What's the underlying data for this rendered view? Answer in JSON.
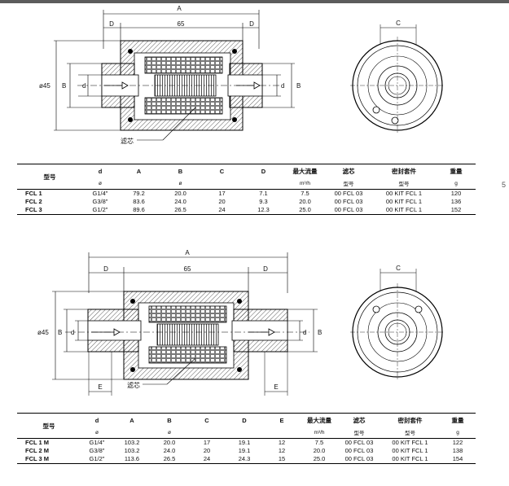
{
  "drawing_labels": {
    "A": "A",
    "D": "D",
    "dim_65": "65",
    "C": "C",
    "B": "B",
    "d": "d",
    "phi45": "ø45",
    "E": "E",
    "filter_element": "滤芯"
  },
  "table1": {
    "model_header": "型号",
    "headers": [
      "d",
      "A",
      "B",
      "C",
      "D",
      "最大流量",
      "滤芯",
      "密封套件",
      "重量"
    ],
    "units": [
      "ø",
      "",
      "ø",
      "",
      "",
      "m³/h",
      "型号",
      "型号",
      "g"
    ],
    "rows": [
      [
        "FCL 1",
        "G1/4\"",
        "79.2",
        "20.0",
        "17",
        "7.1",
        "7.5",
        "00 FCL 03",
        "00 KIT FCL 1",
        "120"
      ],
      [
        "FCL 2",
        "G3/8\"",
        "83.6",
        "24.0",
        "20",
        "9.3",
        "20.0",
        "00 FCL 03",
        "00 KIT FCL 1",
        "136"
      ],
      [
        "FCL 3",
        "G1/2\"",
        "89.6",
        "26.5",
        "24",
        "12.3",
        "25.0",
        "00 FCL 03",
        "00 KIT FCL 1",
        "152"
      ]
    ]
  },
  "table2": {
    "model_header": "型号",
    "headers": [
      "d",
      "A",
      "B",
      "C",
      "D",
      "E",
      "最大流量",
      "滤芯",
      "密封套件",
      "重量"
    ],
    "units": [
      "ø",
      "",
      "ø",
      "",
      "",
      "",
      "m³/h",
      "型号",
      "型号",
      "g"
    ],
    "rows": [
      [
        "FCL 1 M",
        "G1/4\"",
        "103.2",
        "20.0",
        "17",
        "19.1",
        "12",
        "7.5",
        "00 FCL 03",
        "00 KIT FCL 1",
        "122"
      ],
      [
        "FCL 2 M",
        "G3/8\"",
        "103.2",
        "24.0",
        "20",
        "19.1",
        "12",
        "20.0",
        "00 FCL 03",
        "00 KIT FCL 1",
        "138"
      ],
      [
        "FCL 3 M",
        "G1/2\"",
        "113.6",
        "26.5",
        "24",
        "24.3",
        "15",
        "25.0",
        "00 FCL 03",
        "00 KIT FCL 1",
        "154"
      ]
    ]
  },
  "sidebar_number": "5"
}
